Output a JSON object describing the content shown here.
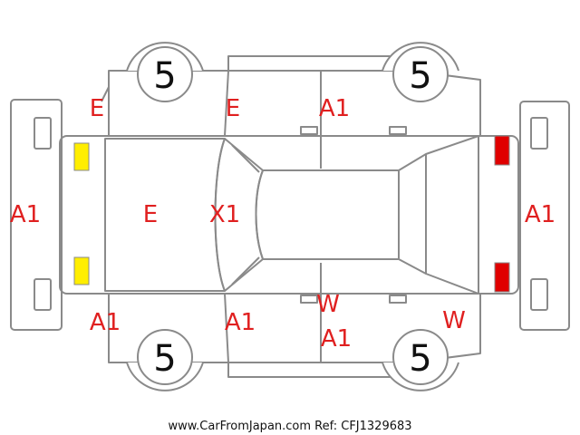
{
  "colors": {
    "outline": "#8a8a8a",
    "code_text": "#e02020",
    "tire_text": "#111111",
    "front_marker": "#ffee00",
    "rear_marker": "#e00000",
    "footer_text": "#111111"
  },
  "tires": {
    "front_left": "5",
    "rear_left": "5",
    "front_right": "5",
    "rear_right": "5"
  },
  "codes": {
    "front_bumper": "A1",
    "left_front_fender": "E",
    "left_front_door": "E",
    "left_rear_door": "A1",
    "hood": "E",
    "windshield": "X1",
    "rear_bumper": "A1",
    "right_front_fender": "A1",
    "right_front_door": "A1",
    "right_rear_door_upper": "W",
    "right_rear_door_lower": "A1",
    "right_rear_quarter": "W"
  },
  "footer": {
    "text": "www.CarFromJapan.com Ref: CFJ1329683"
  }
}
